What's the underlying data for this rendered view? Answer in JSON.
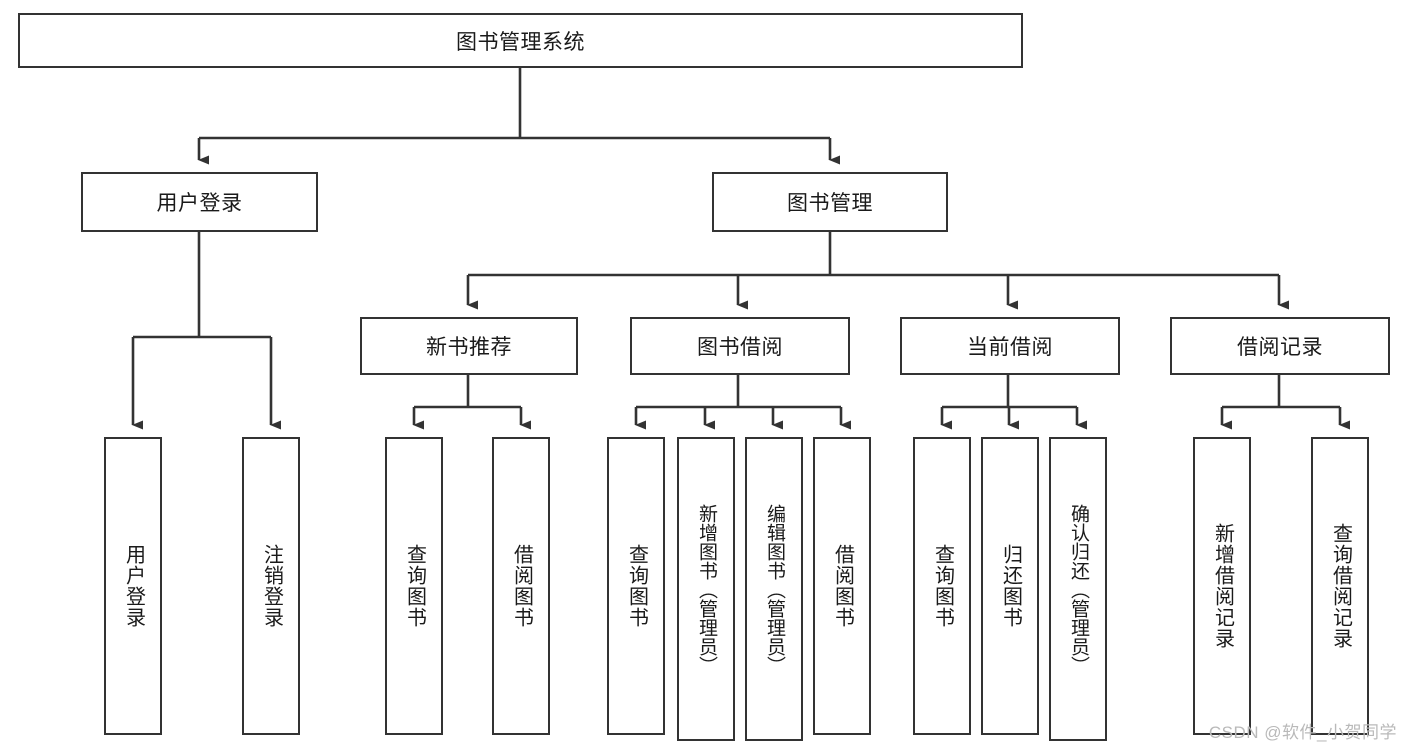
{
  "diagram": {
    "type": "tree",
    "title": "图书管理系统",
    "background": "#ffffff",
    "stroke_color": "#333333",
    "text_color": "#1a1a1a",
    "root": {
      "id": "root",
      "label": "图书管理系统"
    },
    "level2": [
      {
        "id": "user-login",
        "label": "用户登录"
      },
      {
        "id": "book-manage",
        "label": "图书管理"
      }
    ],
    "level3": [
      {
        "id": "new-book-recommend",
        "label": "新书推荐"
      },
      {
        "id": "book-borrow",
        "label": "图书借阅"
      },
      {
        "id": "current-borrow",
        "label": "当前借阅"
      },
      {
        "id": "borrow-record",
        "label": "借阅记录"
      }
    ],
    "leaves": {
      "user_login": [
        {
          "id": "leaf-user-login",
          "label": "用户登录"
        },
        {
          "id": "leaf-logout-login",
          "label": "注销登录"
        }
      ],
      "new_book_recommend": [
        {
          "id": "leaf-query-book-1",
          "label": "查询图书"
        },
        {
          "id": "leaf-borrow-book-1",
          "label": "借阅图书"
        }
      ],
      "book_borrow": [
        {
          "id": "leaf-query-book-2",
          "label": "查询图书"
        },
        {
          "id": "leaf-add-book",
          "label": "新增图书（管理员）"
        },
        {
          "id": "leaf-edit-book",
          "label": "编辑图书（管理员）"
        },
        {
          "id": "leaf-borrow-book-2",
          "label": "借阅图书"
        }
      ],
      "current_borrow": [
        {
          "id": "leaf-query-book-3",
          "label": "查询图书"
        },
        {
          "id": "leaf-return-book",
          "label": "归还图书"
        },
        {
          "id": "leaf-confirm-return",
          "label": "确认归还（管理员）"
        }
      ],
      "borrow_record": [
        {
          "id": "leaf-add-record",
          "label": "新增借阅记录"
        },
        {
          "id": "leaf-query-record",
          "label": "查询借阅记录"
        }
      ]
    }
  },
  "watermark": {
    "text": "CSDN @软件_小贺同学"
  }
}
